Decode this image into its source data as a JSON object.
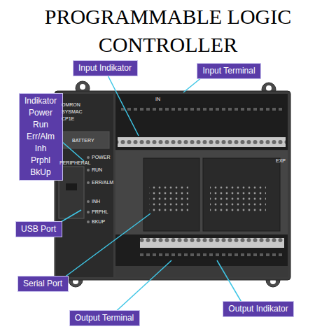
{
  "diagram": {
    "title": "PROGRAMMABLE LOGIC CONTROLLER",
    "nodes": [
      {
        "text": [
          "Input Indikator"
        ]
      },
      {
        "text": [
          "Input Terminal"
        ]
      },
      {
        "text": [
          "Indikator",
          "Power",
          "Run",
          "Err/Alm",
          "Inh",
          "Prphl",
          "BkUp"
        ]
      },
      {
        "text": [
          "USB  Port"
        ]
      },
      {
        "text": [
          "Serial  Port"
        ]
      },
      {
        "text": [
          "Output Terminal"
        ]
      },
      {
        "text": [
          "Output Indikator"
        ]
      }
    ],
    "labels": [
      "OMRON",
      "SYSMAC",
      "CP1E",
      "BATTERY",
      "PERIPHERAL",
      "POWER",
      "RUN",
      "ERR/ALM",
      "INH",
      "PRPHL",
      "BKUP",
      "EXP",
      "IN"
    ]
  }
}
